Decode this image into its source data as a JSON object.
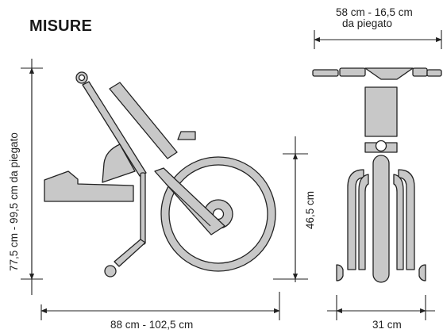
{
  "title": "MISURE",
  "dimensions": {
    "width_label": "58 cm - 16,5 cm",
    "width_folded_label": "da piegato",
    "height_label": "77,5 cm - 99,5 cm da piegato",
    "wheel_height_label": "46,5 cm",
    "length_label": "88 cm - 102,5 cm",
    "depth_label": "31 cm"
  },
  "colors": {
    "fill": "#c8c8c8",
    "stroke": "#222222",
    "text": "#222222"
  }
}
